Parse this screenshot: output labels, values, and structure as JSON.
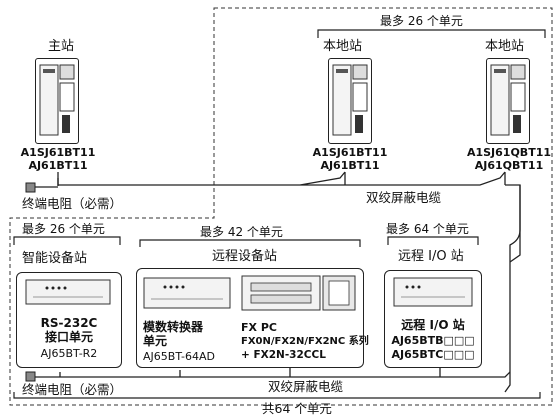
{
  "top": {
    "master": {
      "title": "主站",
      "model1": "A1SJ61BT11",
      "model2": "AJ61BT11"
    },
    "local_group_label": "最多 26 个单元",
    "local1": {
      "title": "本地站",
      "model1": "A1SJ61BT11",
      "model2": "AJ61BT11"
    },
    "local2": {
      "title": "本地站",
      "model1": "A1SJ61QBT11",
      "model2": "AJ61QBT11"
    },
    "terminator": "终端电阻（必需）",
    "cable": "双绞屏蔽电缆"
  },
  "bottom": {
    "intel_group_label": "最多 26 个单元",
    "intel_title": "智能设备站",
    "intel_dev_line1": "RS-232C",
    "intel_dev_line2": "接口单元",
    "intel_dev_model": "AJ65BT-R2",
    "remote_dev_group_label": "最多 42 个单元",
    "remote_dev_title": "远程设备站",
    "ad_line1": "模数转换器",
    "ad_line2": "单元",
    "ad_model": "AJ65BT-64AD",
    "fx_line1": "FX PC",
    "fx_line2": "FX0N/FX2N/FX2NC 系列",
    "fx_line3": "+ FX2N-32CCL",
    "remote_io_group_label": "最多 64 个单元",
    "remote_io_title": "远程 I/O 站",
    "io_line1": "远程 I/O 站",
    "io_model1": "AJ65BTB□□□",
    "io_model2": "AJ65BTC□□□",
    "terminator": "终端电阻（必需）",
    "cable": "双绞屏蔽电缆",
    "total": "共64 个单元"
  }
}
